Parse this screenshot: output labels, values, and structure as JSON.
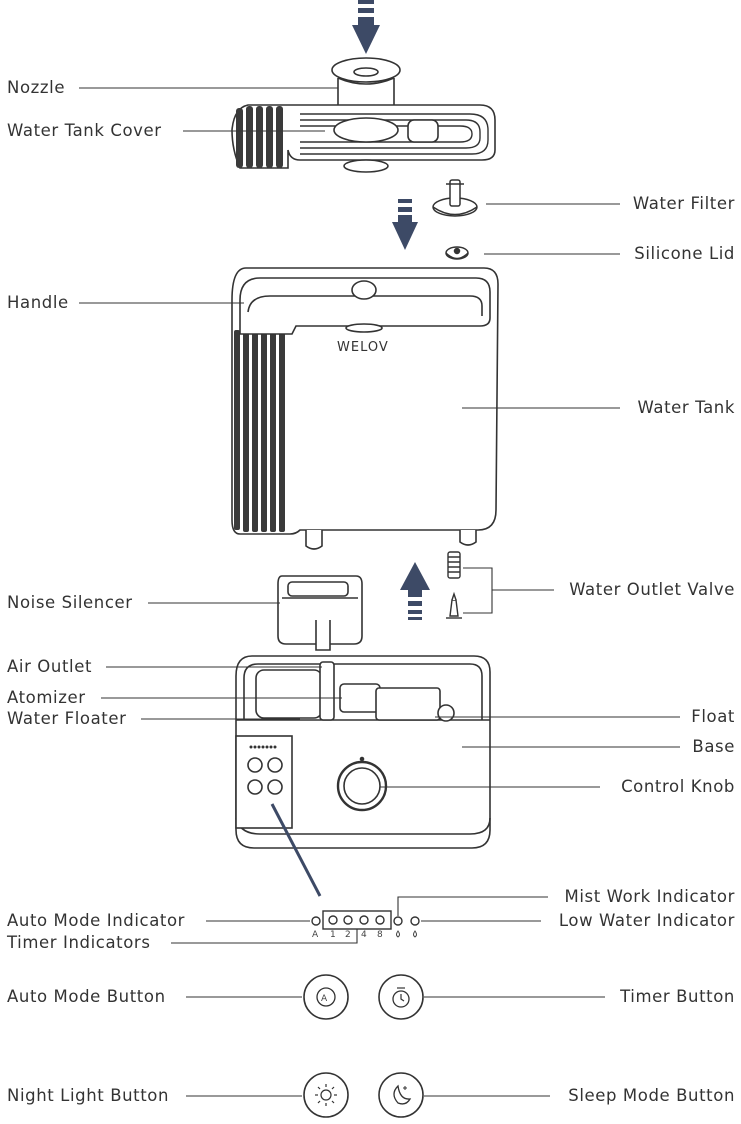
{
  "brand": "WELOV",
  "labels": {
    "nozzle": "Nozzle",
    "water_tank_cover": "Water Tank Cover",
    "water_filter": "Water Filter",
    "silicone_lid": "Silicone Lid",
    "handle": "Handle",
    "water_tank": "Water Tank",
    "noise_silencer": "Noise Silencer",
    "water_outlet_valve": "Water Outlet Valve",
    "air_outlet": "Air Outlet",
    "atomizer": "Atomizer",
    "water_floater": "Water Floater",
    "float": "Float",
    "base": "Base",
    "control_knob": "Control Knob",
    "mist_work_indicator": "Mist Work Indicator",
    "auto_mode_indicator": "Auto Mode Indicator",
    "low_water_indicator": "Low Water Indicator",
    "timer_indicators": "Timer Indicators",
    "auto_mode_button": "Auto Mode Button",
    "timer_button": "Timer Button",
    "night_light_button": "Night Light Button",
    "sleep_mode_button": "Sleep Mode Button"
  },
  "indicator_marks": {
    "auto": "A",
    "t1": "1",
    "t2": "2",
    "t4": "4",
    "t8": "8"
  },
  "colors": {
    "arrow": "#3d4a66",
    "line": "#333333",
    "pointer": "#3d4a66"
  }
}
